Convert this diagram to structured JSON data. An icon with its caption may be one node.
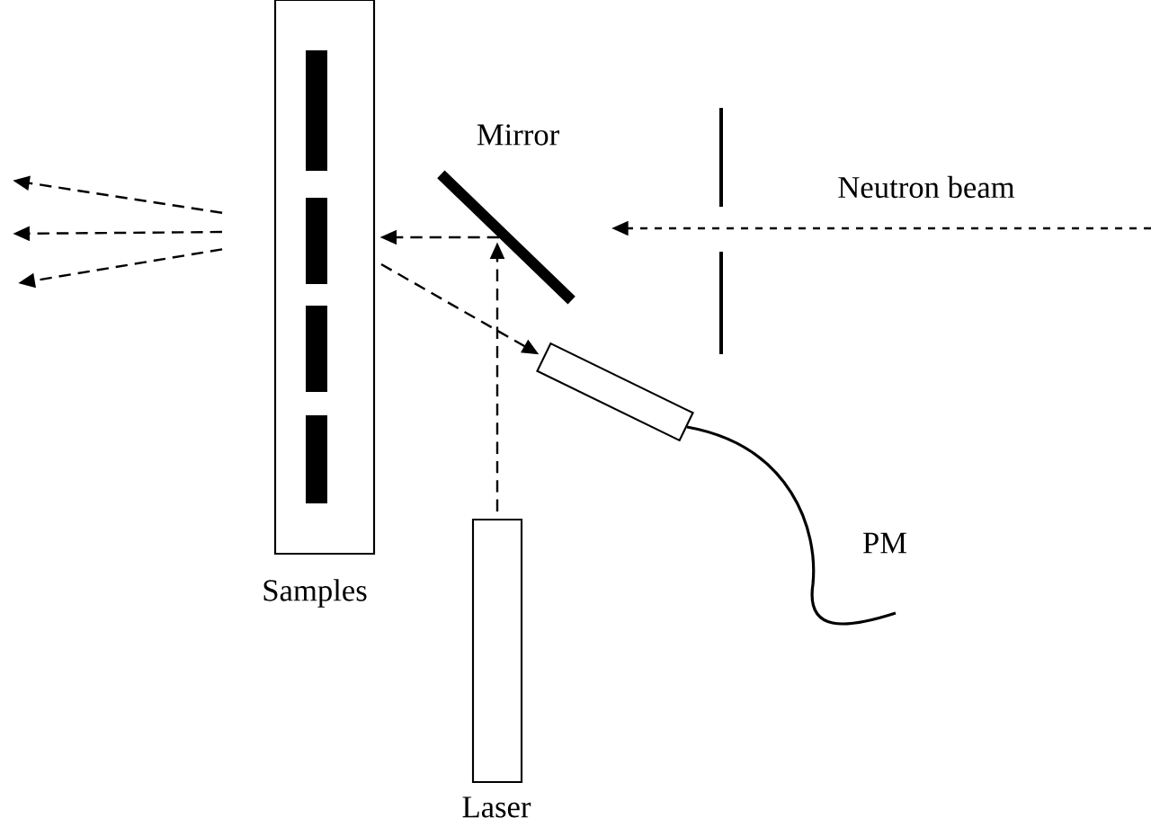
{
  "diagram": {
    "nodes": [
      {
        "text": [
          "Samples"
        ]
      },
      {
        "text": [
          "Mirror"
        ]
      },
      {
        "text": [
          "PM"
        ]
      },
      {
        "text": [
          "Laser"
        ]
      }
    ],
    "edges": [
      {
        "from": 3,
        "to": 1,
        "arrow": "to",
        "style": "dashed"
      },
      {
        "from": 1,
        "to": 0,
        "arrow": "to",
        "style": "dashed"
      },
      {
        "from": 0,
        "to": 2,
        "arrow": "to",
        "style": "dashed"
      },
      {
        "from": 0,
        "to": null,
        "arrow": "to",
        "style": "dashed"
      },
      {
        "from": 0,
        "to": null,
        "arrow": "to",
        "style": "dashed"
      },
      {
        "from": 0,
        "to": null,
        "arrow": "to",
        "style": "dashed"
      }
    ],
    "labels": [
      "Neutron beam"
    ]
  }
}
